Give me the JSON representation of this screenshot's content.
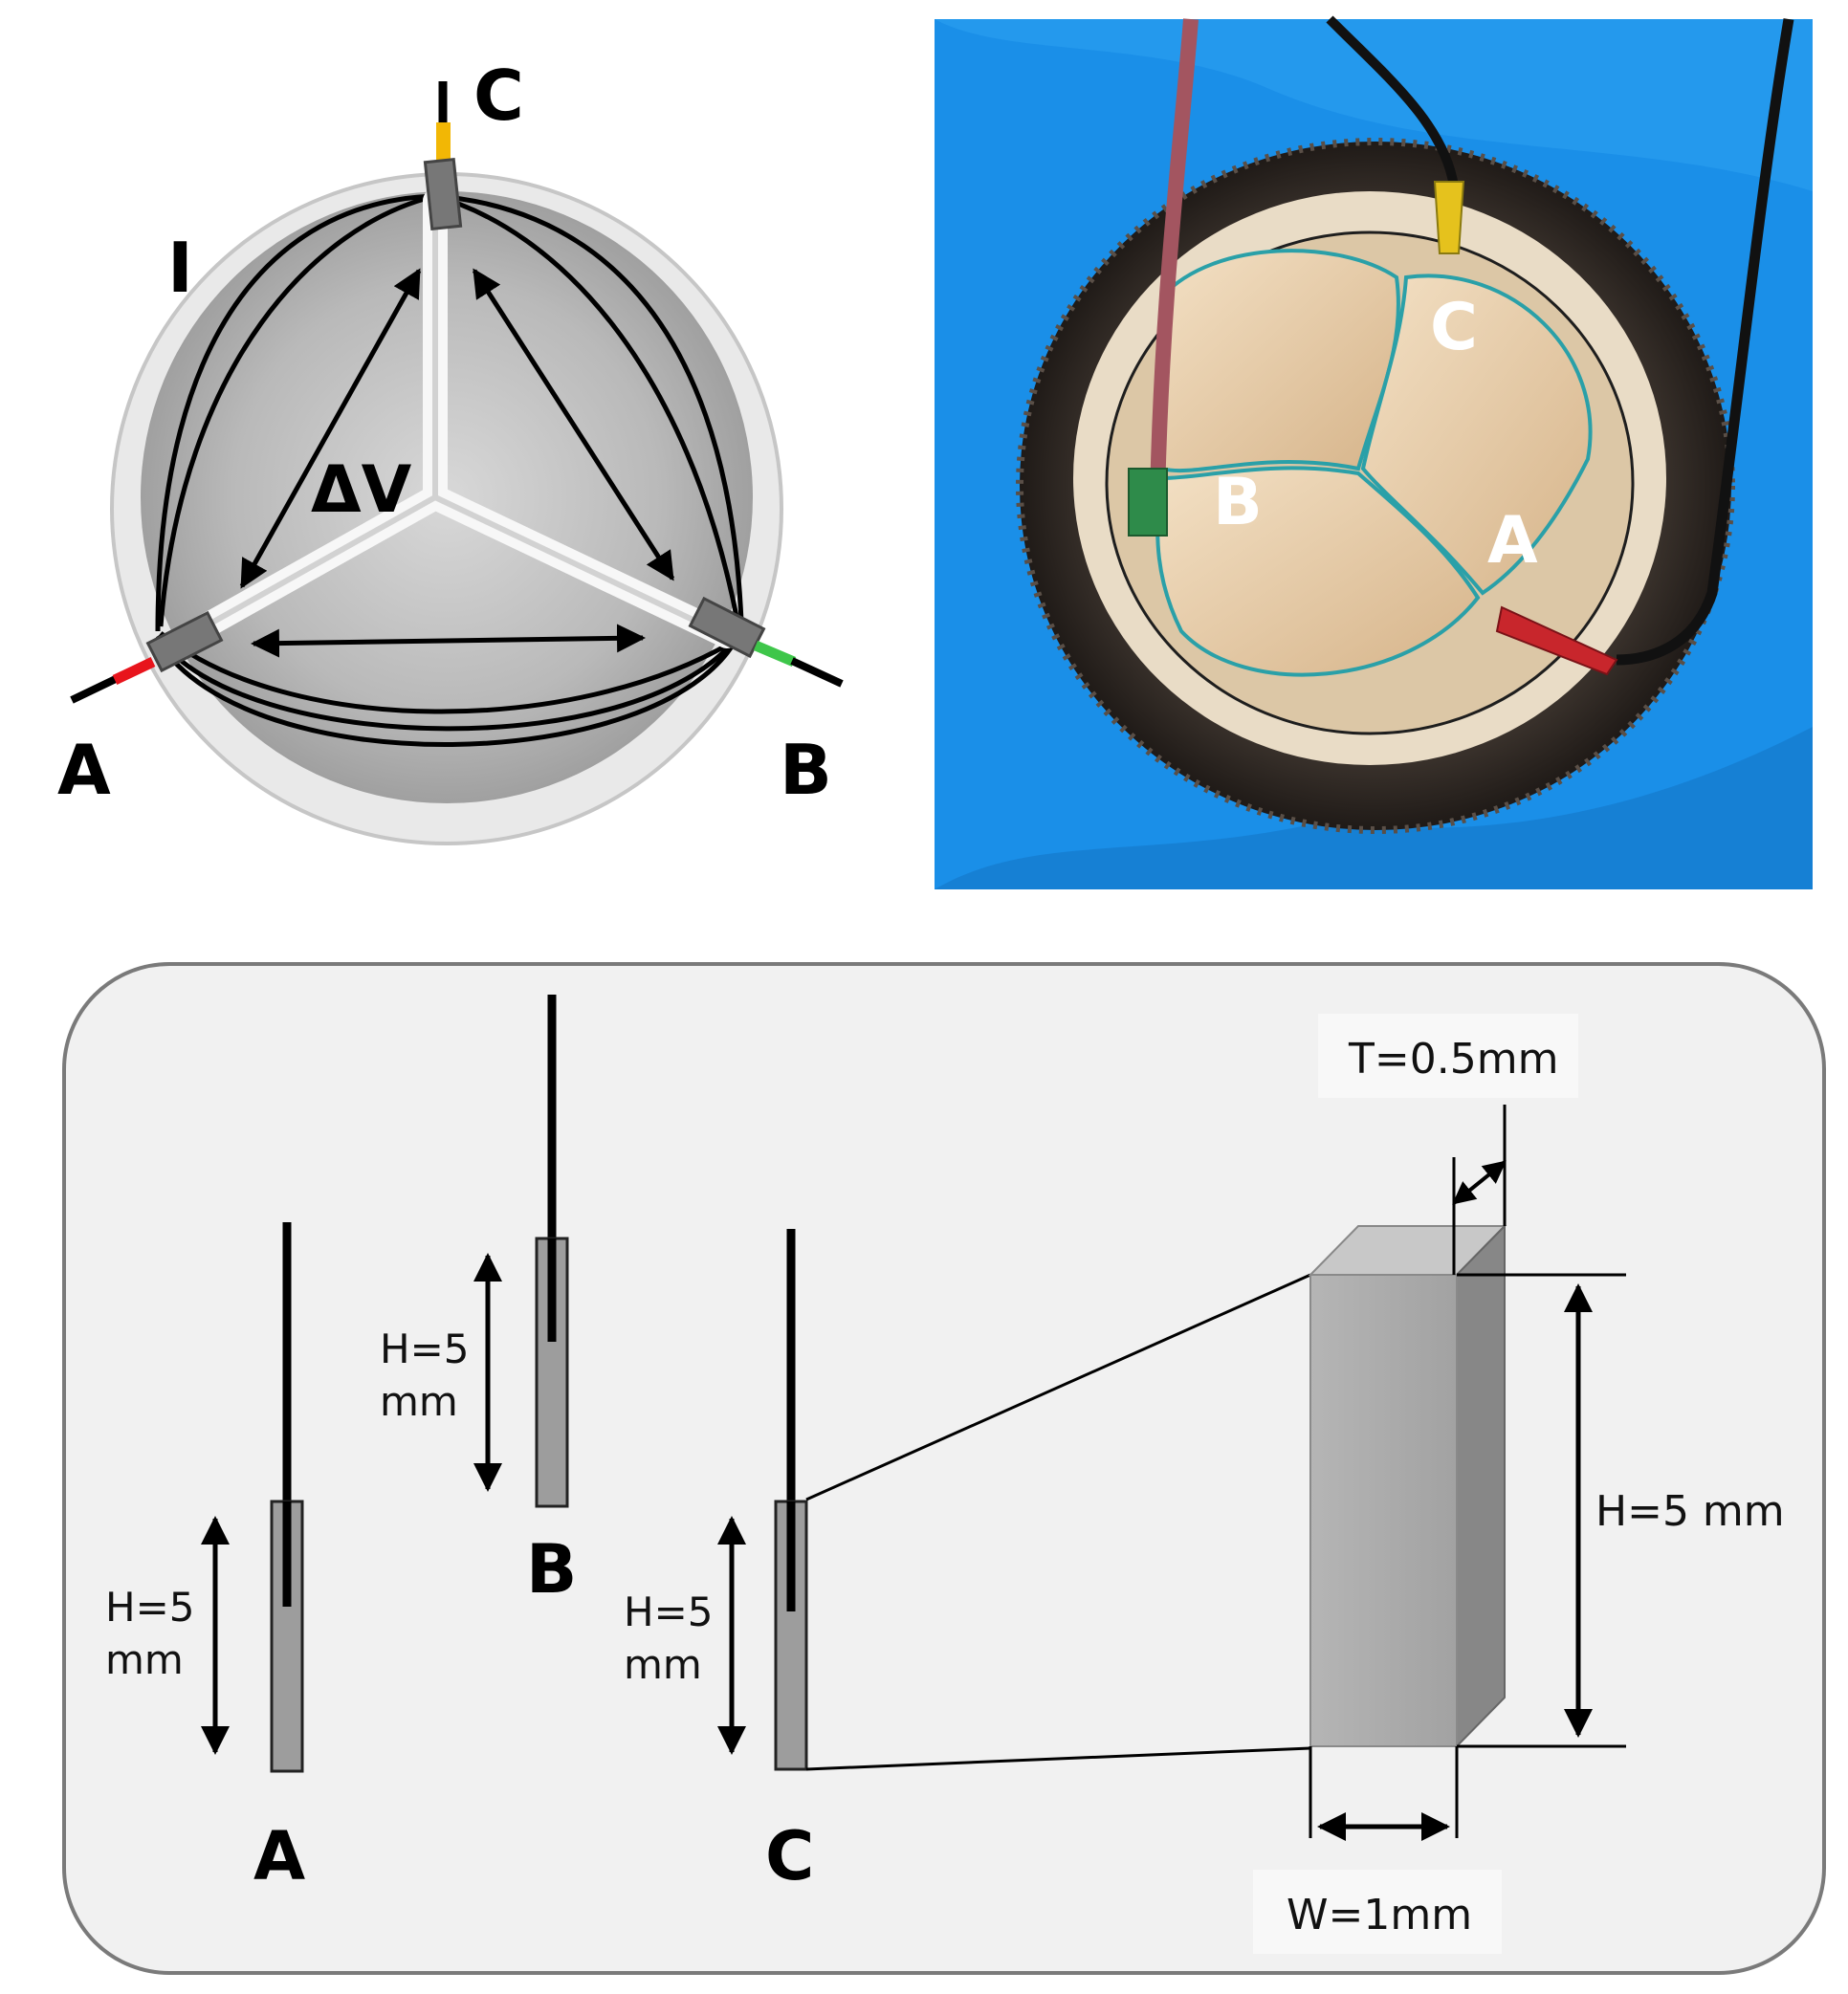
{
  "valve_diagram": {
    "electrode_labels": [
      "A",
      "B",
      "C"
    ],
    "current_label": "I",
    "voltage_label": "ΔV",
    "colors": {
      "A": "#e8141c",
      "B": "#3ec64a",
      "C": "#f2b705"
    }
  },
  "photo": {
    "labels": [
      "C",
      "B",
      "A"
    ],
    "background_color": "#1a8fe8"
  },
  "electrode_panel": {
    "electrodes": [
      {
        "label": "A",
        "height_line1": "H=5",
        "height_line2": "mm"
      },
      {
        "label": "B",
        "height_line1": "H=5",
        "height_line2": "mm"
      },
      {
        "label": "C",
        "height_line1": "H=5",
        "height_line2": "mm"
      }
    ],
    "detail": {
      "thickness": "T=0.5mm",
      "height": "H=5 mm",
      "width": "W=1mm"
    }
  }
}
